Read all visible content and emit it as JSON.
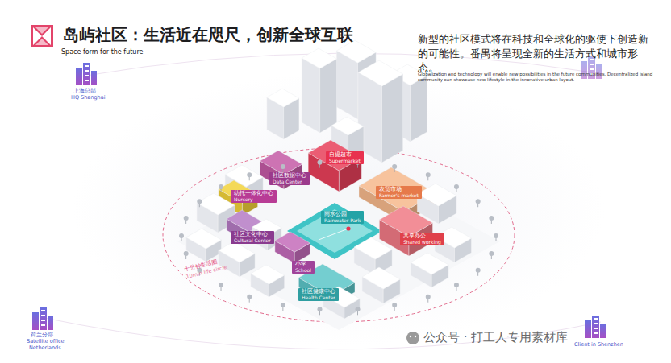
{
  "diagram": {
    "title": "岛屿社区：生活近在咫尺，创新全球互联",
    "nodes": [
      {
        "text": [
          "自提超市",
          "Supermarket"
        ]
      },
      {
        "text": [
          "社区数据中心",
          "Data Center"
        ]
      },
      {
        "text": [
          "幼托一体化中心",
          "Nursery"
        ]
      },
      {
        "text": [
          "农贸市场",
          "Farmer's market"
        ]
      },
      {
        "text": [
          "社区文化中心",
          "Cultural Center"
        ]
      },
      {
        "text": [
          "雨水公园",
          "Rainwater Park"
        ]
      },
      {
        "text": [
          "共享办公",
          "Shared working"
        ]
      },
      {
        "text": [
          "小学",
          "School"
        ]
      },
      {
        "text": [
          "社区健康中心",
          "Health Center"
        ]
      }
    ],
    "labels": [
      "Space form for the future",
      "新型的社区模式将在科技和全球化的驱使下创造新的可能性。番禺将呈现全新的生活方式和城市形态。",
      "Globalization and technology will enable new possibilities in the future communities. Decentralized island community can showcase new lifestyle in the innovative urban layout.",
      "上海总部",
      "HQ Shanghai",
      "十分钟生活圈",
      "10min life circle",
      "荷兰分部",
      "Satellite office",
      "Netherlands",
      "Client in Shenzhen",
      "公众号 · 打工人专用素材库"
    ]
  }
}
